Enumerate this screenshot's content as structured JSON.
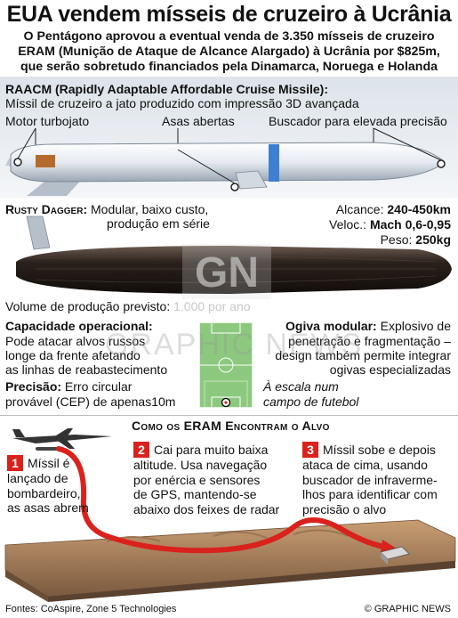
{
  "header": {
    "title": "EUA vendem mísseis de cruzeiro à Ucrânia",
    "subtitle": "O Pentágono aprovou a eventual venda de 3.350 mísseis de cruzeiro ERAM (Munição de Ataque de Alcance Alargado) à Ucrânia por $825m, que serão sobretudo financiados pela Dinamarca, Noruega e Holanda"
  },
  "raacm": {
    "heading": "RAACM (Rapidly Adaptable Affordable Cruise Missile):",
    "desc": "Míssil de cruzeiro a jato produzido com impressão 3D avançada",
    "labels": {
      "engine": "Motor turbojato",
      "wings": "Asas abertas",
      "seeker": "Buscador para elevada precisão"
    }
  },
  "rusty": {
    "name": "Rusty Dagger:",
    "desc_line1": " Modular, baixo custo,",
    "desc_line2": "produção em série",
    "specs": [
      {
        "label": "Alcance:",
        "value": "240-450km"
      },
      {
        "label": "Veloc.:",
        "value": "Mach 0,6-0,95"
      },
      {
        "label": "Peso:",
        "value": "250kg"
      }
    ]
  },
  "production": {
    "label": "Volume de produção previsto:",
    "value": "1.000 por ano"
  },
  "capacity": {
    "heading": "Capacidade operacional:",
    "lines": [
      "Pode atacar alvos russos",
      "longe da frente afetando",
      "as linhas de reabastecimento"
    ]
  },
  "warhead": {
    "heading": "Ogiva modular:",
    "line1": " Explosivo de",
    "lines": [
      "penetração e fragmentação –",
      "design também permite integrar",
      "ogivas especializadas"
    ]
  },
  "precision": {
    "heading": "Precisão:",
    "line1": " Erro circular",
    "line2": "provável (CEP) de apenas10m"
  },
  "scale_note": [
    "À escala num",
    "campo de futebol"
  ],
  "how": {
    "title": "Como os ERAM Encontram o Alvo",
    "steps": [
      {
        "num": "1",
        "lines": [
          "Míssil é",
          "lançado de",
          "bombardeiro,",
          "as asas abrem"
        ]
      },
      {
        "num": "2",
        "lines": [
          "Cai para muito baixa",
          "altitude. Usa navegação",
          "por enércia e sensores",
          "de GPS, mantendo-se",
          "abaixo dos feixes de radar"
        ]
      },
      {
        "num": "3",
        "lines": [
          "Míssil sobe e depois",
          "ataca de cima, usando",
          "buscador de infraverme-",
          "lhos para identificar com",
          "precisão o alvo"
        ]
      }
    ]
  },
  "watermark": {
    "logo": "GN",
    "text": "GRAPHIC NEWS"
  },
  "footer": {
    "sources": "Fontes: CoAspire, Zone 5 Technologies",
    "credit": "© GRAPHIC NEWS"
  },
  "colors": {
    "accent": "#d9221c",
    "missile_blue": "#3f7fd1",
    "dagger_dark": "#2a211c",
    "pitch_green": "#8cc97e",
    "terrain": "#a57d5a"
  }
}
